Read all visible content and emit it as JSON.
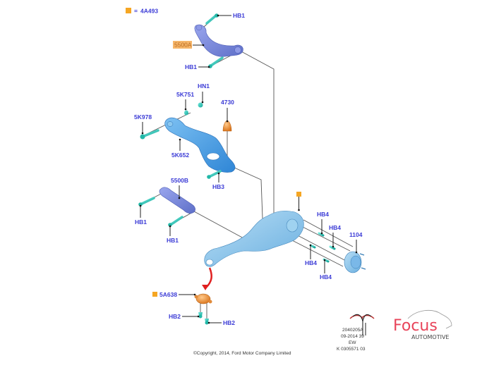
{
  "legend": {
    "swatch_color": "#f5a623",
    "equals": "=",
    "part": "4A493"
  },
  "labels": {
    "upper_arm_bolt_top": "HB1",
    "upper_arm": "5500A",
    "upper_arm_bolt_bottom": "HB1",
    "nut": "HN1",
    "washer": "5K751",
    "bolt_5k978": "5K978",
    "lower_arm": "5K652",
    "spring_seat": "4730",
    "lower_arm_bolt": "HB3",
    "toe_link": "5500B",
    "toe_link_bolt_left": "HB1",
    "toe_link_bolt_right": "HB1",
    "hub_bolt_1": "HB4",
    "hub_bolt_2": "HB4",
    "hub_bolt_3": "HB4",
    "hub_bolt_4": "HB4",
    "hub": "1104",
    "bushing": "5A638",
    "bushing_bolt_left": "HB2",
    "bushing_bolt_right": "HB2"
  },
  "footer": {
    "copyright": "©Copyright, 2014, Ford Motor Company Limited",
    "ref_lines": [
      "2040205A",
      "09-2014 39",
      "EW",
      "K 0305571 03"
    ]
  },
  "brand": {
    "name": "Focus",
    "subtitle": "AUTOMOTIVE",
    "color": "#e8445a"
  },
  "colors": {
    "label": "#3b3bd6",
    "bolt": "#2ec4b6",
    "arm_purple": "#7f8fe0",
    "arm_blue": "#4aa3e8",
    "knuckle": "#8cc8ec",
    "orange": "#f0932b",
    "arrow": "#e02020"
  }
}
